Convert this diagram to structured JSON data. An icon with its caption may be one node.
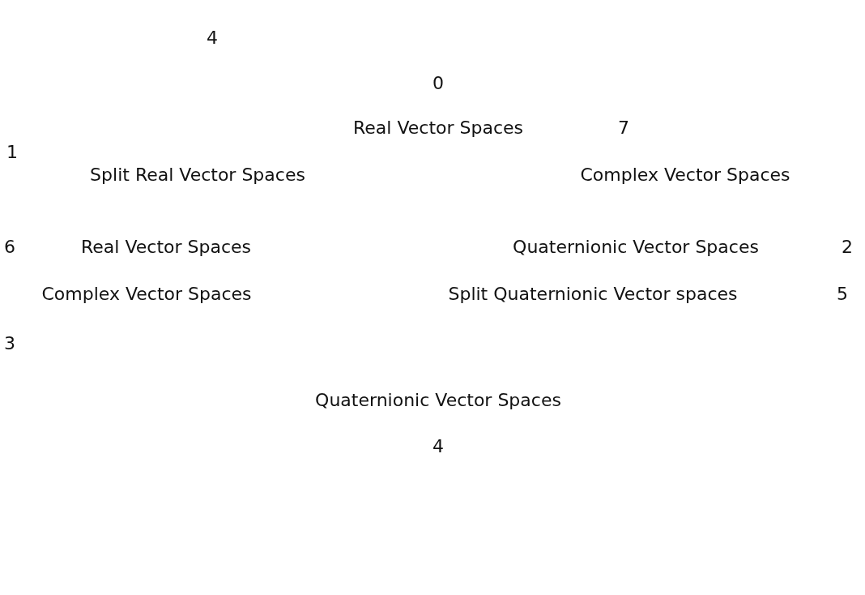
{
  "diagram": {
    "labels": [
      "4",
      "0",
      "Real Vector Spaces",
      "7",
      "1",
      "Split Real Vector Spaces",
      "Complex Vector Spaces",
      "6",
      "Real Vector Spaces",
      "Quaternionic Vector Spaces",
      "2",
      "Complex Vector Spaces",
      "Split Quaternionic Vector spaces",
      "5",
      "3",
      "Quaternionic Vector Spaces",
      "4"
    ]
  }
}
